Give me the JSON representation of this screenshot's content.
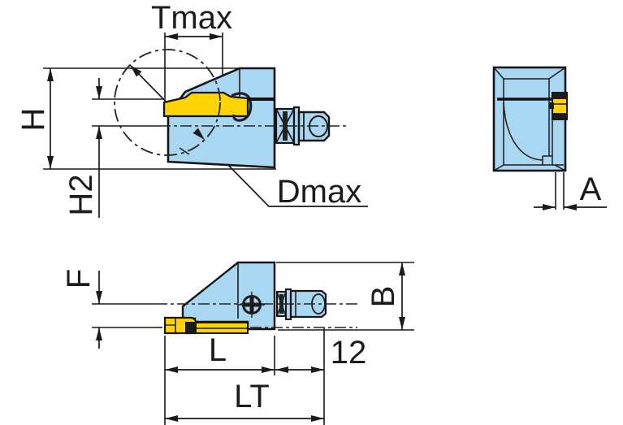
{
  "title": "Tool holder dimension drawing",
  "labels": {
    "tmax": "Tmax",
    "h": "H",
    "h2": "H2",
    "dmax": "Dmax",
    "a": "A",
    "f": "F",
    "b": "B",
    "l": "L",
    "n12": "12",
    "lt": "LT"
  },
  "colors": {
    "body_fill": "#a9d6f1",
    "insert_fill": "#ffd400",
    "line": "#1a1a1a",
    "background": "#ffffff"
  }
}
